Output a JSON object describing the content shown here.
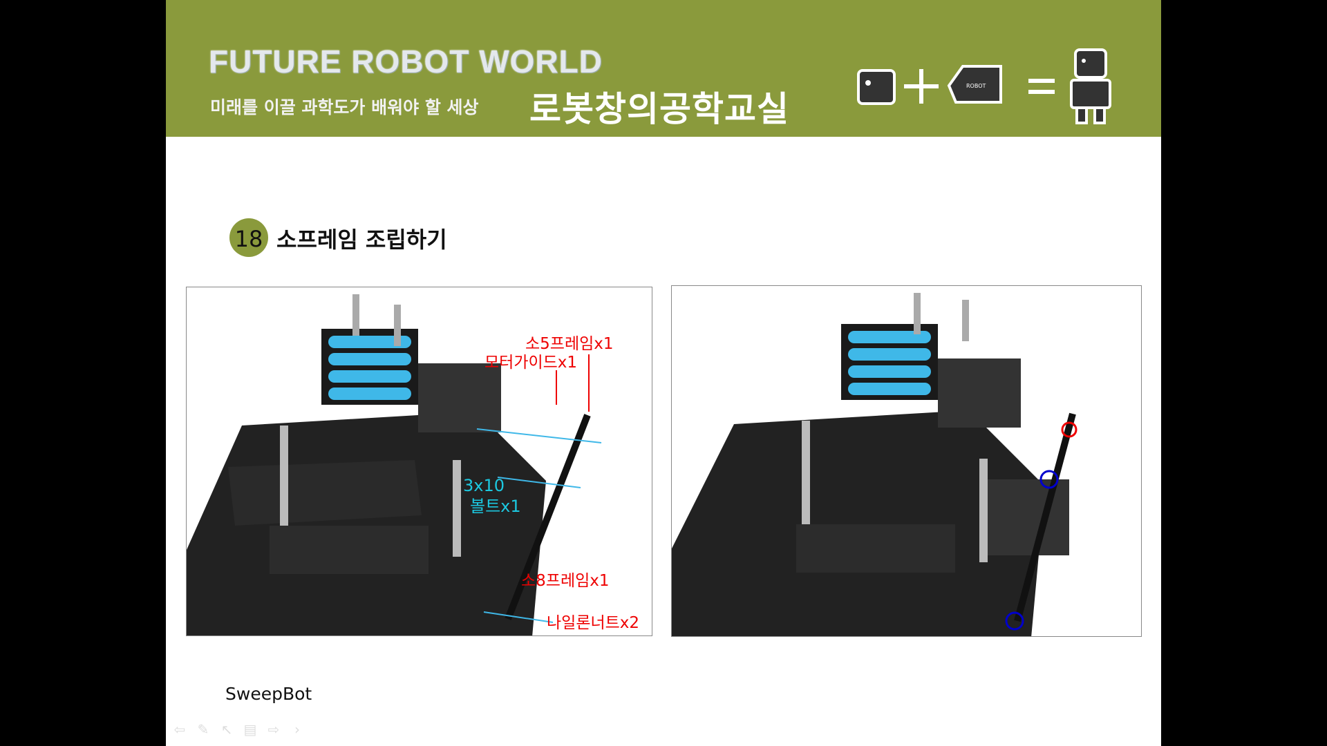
{
  "header": {
    "brand": "FUTURE ROBOT WORLD",
    "tagline": "미래를 이끌 과학도가 배워야 할 세상",
    "title": "로봇창의공학교실",
    "logo_text": "ROBOT"
  },
  "step": {
    "number": "18",
    "title": "소프레임 조립하기"
  },
  "left_image": {
    "labels": {
      "frame5": "소5프레임x1",
      "motor_guide": "모터가이드x1",
      "bolt_size": "3x10",
      "bolt": "볼트x1",
      "frame8": "소8프레임x1",
      "nut": "나일론너트x2"
    }
  },
  "footer": {
    "text": "SweepBot"
  },
  "toolbar": {
    "icons": [
      "arrow-left-icon",
      "pen-icon",
      "pointer-icon",
      "slides-icon",
      "arrow-right-icon",
      "chevron-right-icon"
    ]
  },
  "colors": {
    "header": "#8a9a3c",
    "label": "#ee0000",
    "bolt_label": "#1cc8e0"
  }
}
